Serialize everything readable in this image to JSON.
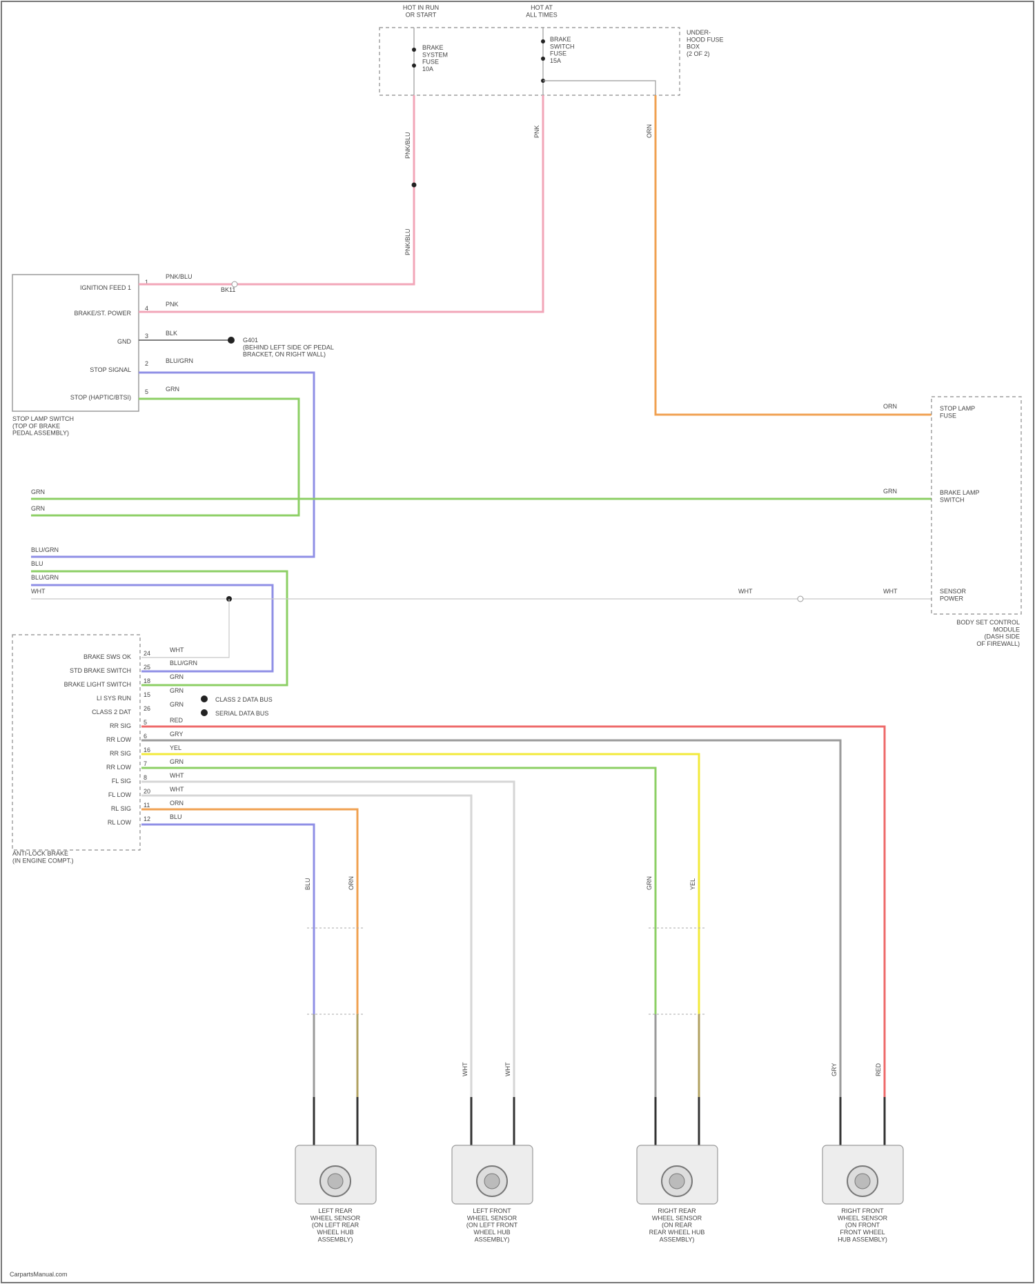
{
  "colors": {
    "pink": "#f2a6b8",
    "orange": "#f0a050",
    "green": "#8ccf64",
    "violet": "#8f8fe6",
    "red": "#ee6a6a",
    "gray": "#9a9a9a",
    "yellow": "#f2ea3a",
    "white_wire": "#d6d6d6",
    "black_wire": "#333333"
  },
  "fuse_block": {
    "header_left": "HOT IN RUN\nOR START",
    "header_right": "HOT AT\nALL TIMES",
    "fuse_left": "BRAKE\nSYSTEM\nFUSE\n10A",
    "fuse_right": "BRAKE\nSWITCH\nFUSE\n15A",
    "title": "UNDER-\nHOOD FUSE\nBOX\n(2 OF 2)"
  },
  "stop_lamp_switch": {
    "pins": [
      {
        "num": "1",
        "label": "IGNITION FEED 1",
        "wire": "PNK/BLU"
      },
      {
        "num": "4",
        "label": "BRAKE/ST. POWER",
        "wire": "PNK"
      },
      {
        "num": "3",
        "label": "GND",
        "wire": "BLK"
      },
      {
        "num": "2",
        "label": "STOP SIGNAL",
        "wire": "BLU/GRN"
      },
      {
        "num": "5",
        "label": "STOP (HAPTIC/BTSI)",
        "wire": "GRN"
      }
    ],
    "title": "STOP LAMP SWITCH\n(TOP OF BRAKE\nPEDAL ASSEMBLY)",
    "ground_label": "G401\n(BEHIND LEFT SIDE OF PEDAL\nBRACKET, ON RIGHT WALL)",
    "splice_label": "BK11"
  },
  "side_wires": [
    "GRN",
    "GRN",
    "BLU/GRN",
    "BLU",
    "BLU/GRN",
    "WHT"
  ],
  "engine_module": {
    "title": "BODY FUSE\nMODULE",
    "stop_fuse": "STOP LAMP\nFUSE",
    "brake_switch": "BRAKE LAMP\nSWITCH",
    "sensor_power": "SENSOR\nPOWER",
    "wires": [
      "ORN",
      "GRN",
      "WHT",
      "WHT"
    ],
    "caption": "BODY SET CONTROL\nMODULE\n(DASH SIDE\nOF FIREWALL)"
  },
  "abs_module": {
    "title": "ANTI-LOCK BRAKE\n(IN ENGINE COMPT.)",
    "notes": [
      "CLASS 2 DATA BUS",
      "SERIAL DATA BUS"
    ],
    "pins": [
      {
        "num": "24",
        "label": "BRAKE SWS OK",
        "wire": "WHT"
      },
      {
        "num": "25",
        "label": "STD BRAKE SWITCH",
        "wire": "BLU/GRN"
      },
      {
        "num": "18",
        "label": "BRAKE LIGHT SWITCH",
        "wire": "GRN"
      },
      {
        "num": "15",
        "label": "LI SYS RUN",
        "wire": "GRN"
      },
      {
        "num": "26",
        "label": "CLASS 2 DAT",
        "wire": "GRN"
      },
      {
        "num": "5",
        "label": "RR SIG",
        "wire": "RED"
      },
      {
        "num": "6",
        "label": "RR LOW",
        "wire": "GRY"
      },
      {
        "num": "16",
        "label": "RR SIG",
        "wire": "YEL"
      },
      {
        "num": "7",
        "label": "RR LOW",
        "wire": "GRN"
      },
      {
        "num": "8",
        "label": "FL SIG",
        "wire": "WHT"
      },
      {
        "num": "20",
        "label": "FL LOW",
        "wire": "WHT"
      },
      {
        "num": "11",
        "label": "RL SIG",
        "wire": "ORN"
      },
      {
        "num": "12",
        "label": "RL LOW",
        "wire": "BLU"
      }
    ]
  },
  "wheel_sensors": [
    {
      "caption": "LEFT REAR\nWHEEL SENSOR\n(ON LEFT REAR\nWHEEL HUB\nASSEMBLY)",
      "wires": [
        "BLU",
        "ORN"
      ]
    },
    {
      "caption": "LEFT FRONT\nWHEEL SENSOR\n(ON LEFT FRONT\nWHEEL HUB\nASSEMBLY)",
      "wires": [
        "WHT",
        "WHT"
      ]
    },
    {
      "caption": "RIGHT REAR\nWHEEL SENSOR\n(ON REAR\nREAR WHEEL HUB\nASSEMBLY)",
      "wires": [
        "GRN",
        "YEL"
      ]
    },
    {
      "caption": "RIGHT FRONT\nWHEEL SENSOR\n(ON FRONT\nFRONT WHEEL\nHUB ASSEMBLY)",
      "wires": [
        "GRY",
        "RED"
      ]
    }
  ],
  "footer": "CarpartsManual.com"
}
